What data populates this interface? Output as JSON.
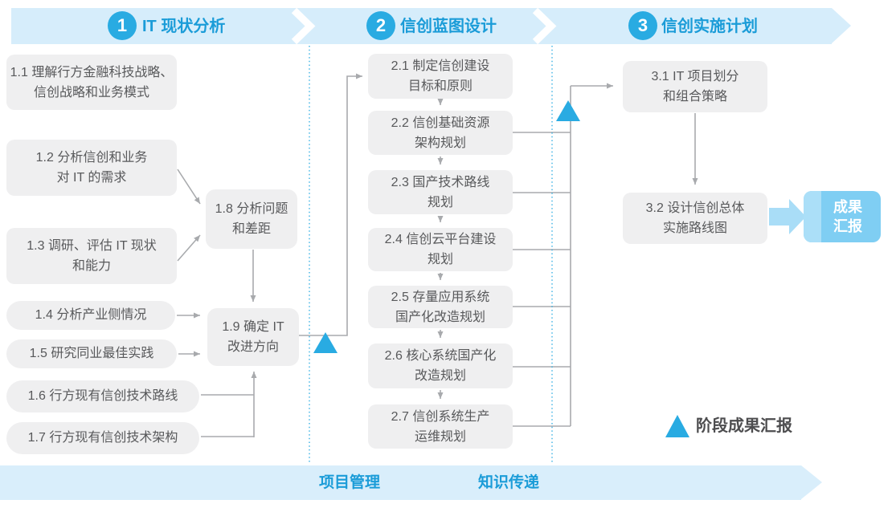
{
  "header": {
    "phases": [
      {
        "number": "1",
        "label": "IT 现状分析"
      },
      {
        "number": "2",
        "label": "信创蓝图设计"
      },
      {
        "number": "3",
        "label": "信创实施计划"
      }
    ]
  },
  "phase1": {
    "b1_1": "1.1 理解行方金融科技战略、\n信创战略和业务模式",
    "b1_2": "1.2 分析信创和业务\n对 IT 的需求",
    "b1_3": "1.3 调研、评估 IT 现状\n和能力",
    "b1_4": "1.4 分析产业侧情况",
    "b1_5": "1.5 研究同业最佳实践",
    "b1_6": "1.6 行方现有信创技术路线",
    "b1_7": "1.7 行方现有信创技术架构",
    "b1_8": "1.8 分析问题\n和差距",
    "b1_9": "1.9 确定 IT\n改进方向"
  },
  "phase2": {
    "b2_1": "2.1 制定信创建设\n目标和原则",
    "b2_2": "2.2 信创基础资源\n架构规划",
    "b2_3": "2.3 国产技术路线\n规划",
    "b2_4": "2.4 信创云平台建设\n规划",
    "b2_5": "2.5 存量应用系统\n国产化改造规划",
    "b2_6": "2.6 核心系统国产化\n改造规划",
    "b2_7": "2.7 信创系统生产\n运维规划"
  },
  "phase3": {
    "b3_1": "3.1 IT 项目划分\n和组合策略",
    "b3_2": "3.2 设计信创总体\n实施路线图"
  },
  "result": {
    "label": "成果\n汇报"
  },
  "legend": {
    "label": "阶段成果汇报"
  },
  "footer": {
    "project": "项目管理",
    "knowledge": "知识传递"
  },
  "colors": {
    "accent_blue": "#29ABE2",
    "header_text_blue": "#1B9CD8",
    "band_light_blue": "#D6EDFB",
    "box_gray": "#EFEFF0",
    "box_text": "#58595B",
    "connector_gray": "#A8AAAD",
    "result_box_blue": "#7FCEF3",
    "result_strip_blue": "#ABDFF8",
    "chunky_arrow_blue": "#A9DDF7"
  }
}
